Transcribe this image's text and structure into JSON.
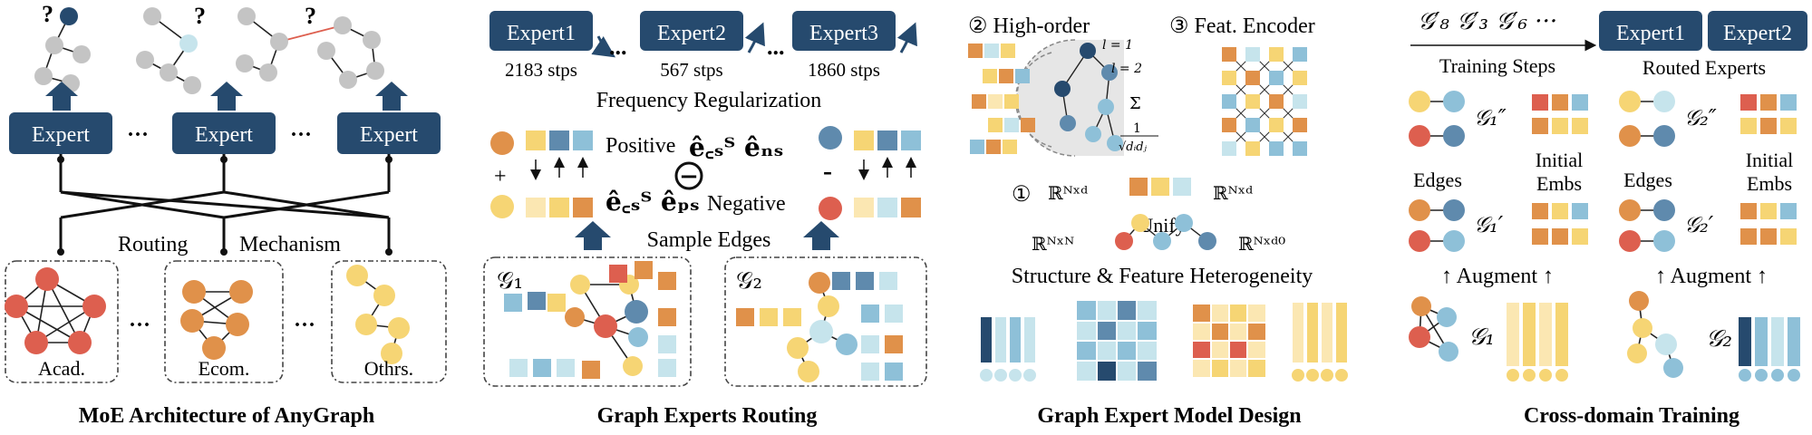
{
  "colors": {
    "navy": "#264a6e",
    "red": "#dd5f4f",
    "orange": "#e0914a",
    "yellow": "#f6d574",
    "steel": "#5f8aad",
    "lightblue": "#8ec0d8",
    "paleblue": "#c6e4ec",
    "paleyellow": "#fbe7b2",
    "gray": "#c4c4c4",
    "text": "#111111"
  },
  "panel1": {
    "caption": "MoE Architecture of AnyGraph",
    "expert_label": "Expert",
    "question_mark": "?",
    "ellipsis": "···",
    "routing_words": [
      "Routing",
      "Mechanism"
    ],
    "domains": [
      "Acad.",
      "Ecom.",
      "Othrs."
    ]
  },
  "panel2": {
    "caption": "Graph Experts Routing",
    "experts": [
      {
        "label": "Expert1",
        "steps": "2183 stps"
      },
      {
        "label": "Expert2",
        "steps": "567 stps"
      },
      {
        "label": "Expert3",
        "steps": "1860 stps"
      }
    ],
    "ellipsis": "...",
    "frequency_label": "Frequency Regularization",
    "positive_label": "Positive",
    "negative_label": "Negative",
    "positive_formula": "ê꜀ₛᵀ êₙₛ",
    "negative_formula": "ê꜀ₛᵀ êₚₛ",
    "minus_circle": "−",
    "plus": "+",
    "minus": "-",
    "sample_edges": "Sample Edges",
    "graph_labels": [
      "𝒢₁",
      "𝒢₂"
    ]
  },
  "panel3": {
    "caption": "Graph Expert Model Design",
    "high_order": "② High-order",
    "feat_encoder": "③ Feat. Encoder",
    "l1": "l = 1",
    "l2": "l = 2",
    "sigma": "Σ",
    "norm_num": "1",
    "norm_den": "√dᵢdⱼ",
    "unify_num": "①",
    "unify": "Unify",
    "r_nd_left": "ℝᴺˣᵈ",
    "r_nd_right": "ℝᴺˣᵈ",
    "r_nn": "ℝᴺˣᴺ",
    "r_nd0": "ℝᴺˣᵈ⁰",
    "heterogeneity": "Structure & Feature Heterogeneity"
  },
  "panel4": {
    "caption": "Cross-domain Training",
    "sequence": "𝒢′₈ 𝒢′₃ 𝒢′₆ ···",
    "training_steps": "Training Steps",
    "expert1": "Expert1",
    "expert2": "Expert2",
    "routed_experts": "Routed Experts",
    "edges_left": "Edges",
    "edges_right": "Edges",
    "initial_left": [
      "Initial",
      "Embs"
    ],
    "initial_right": [
      "Initial",
      "Embs"
    ],
    "g1pp": "𝒢₁″",
    "g2pp": "𝒢₂″",
    "g1p": "𝒢₁′",
    "g2p": "𝒢₂′",
    "augment_left": "↑ Augment ↑",
    "augment_right": "↑ Augment ↑",
    "g1": "𝒢₁",
    "g2": "𝒢₂"
  }
}
